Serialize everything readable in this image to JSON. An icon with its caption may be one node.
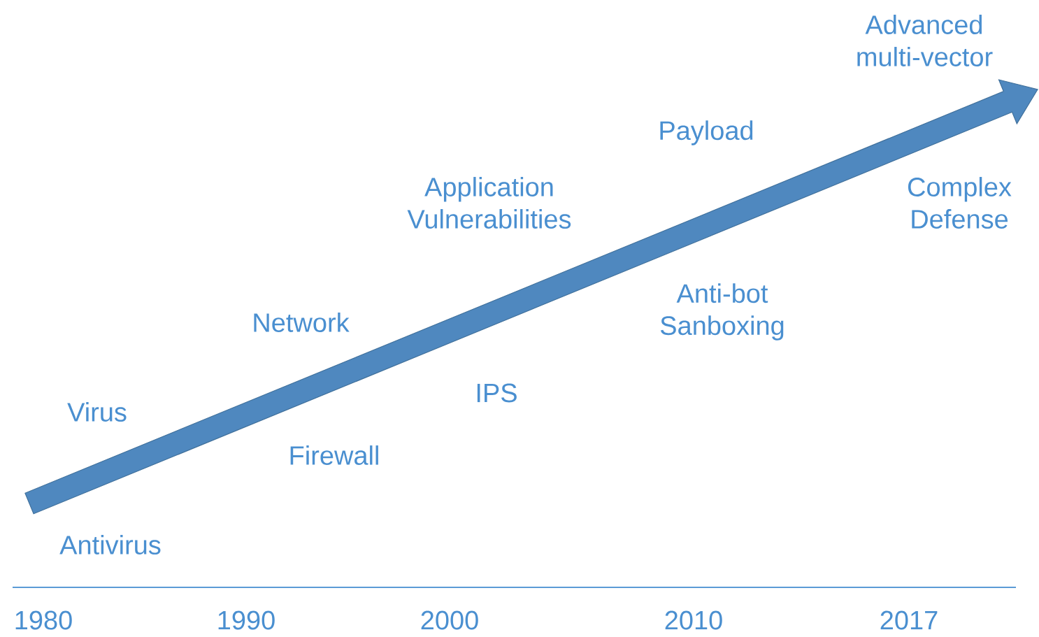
{
  "diagram": {
    "labels": [
      "Advanced multi-vector",
      "Payload",
      "Application Vulnerabilities",
      "Complex Defense",
      "Anti-bot Sanboxing",
      "Network",
      "IPS",
      "Virus",
      "Firewall",
      "Antivirus",
      "1980",
      "1990",
      "2000",
      "2010",
      "2017"
    ]
  }
}
